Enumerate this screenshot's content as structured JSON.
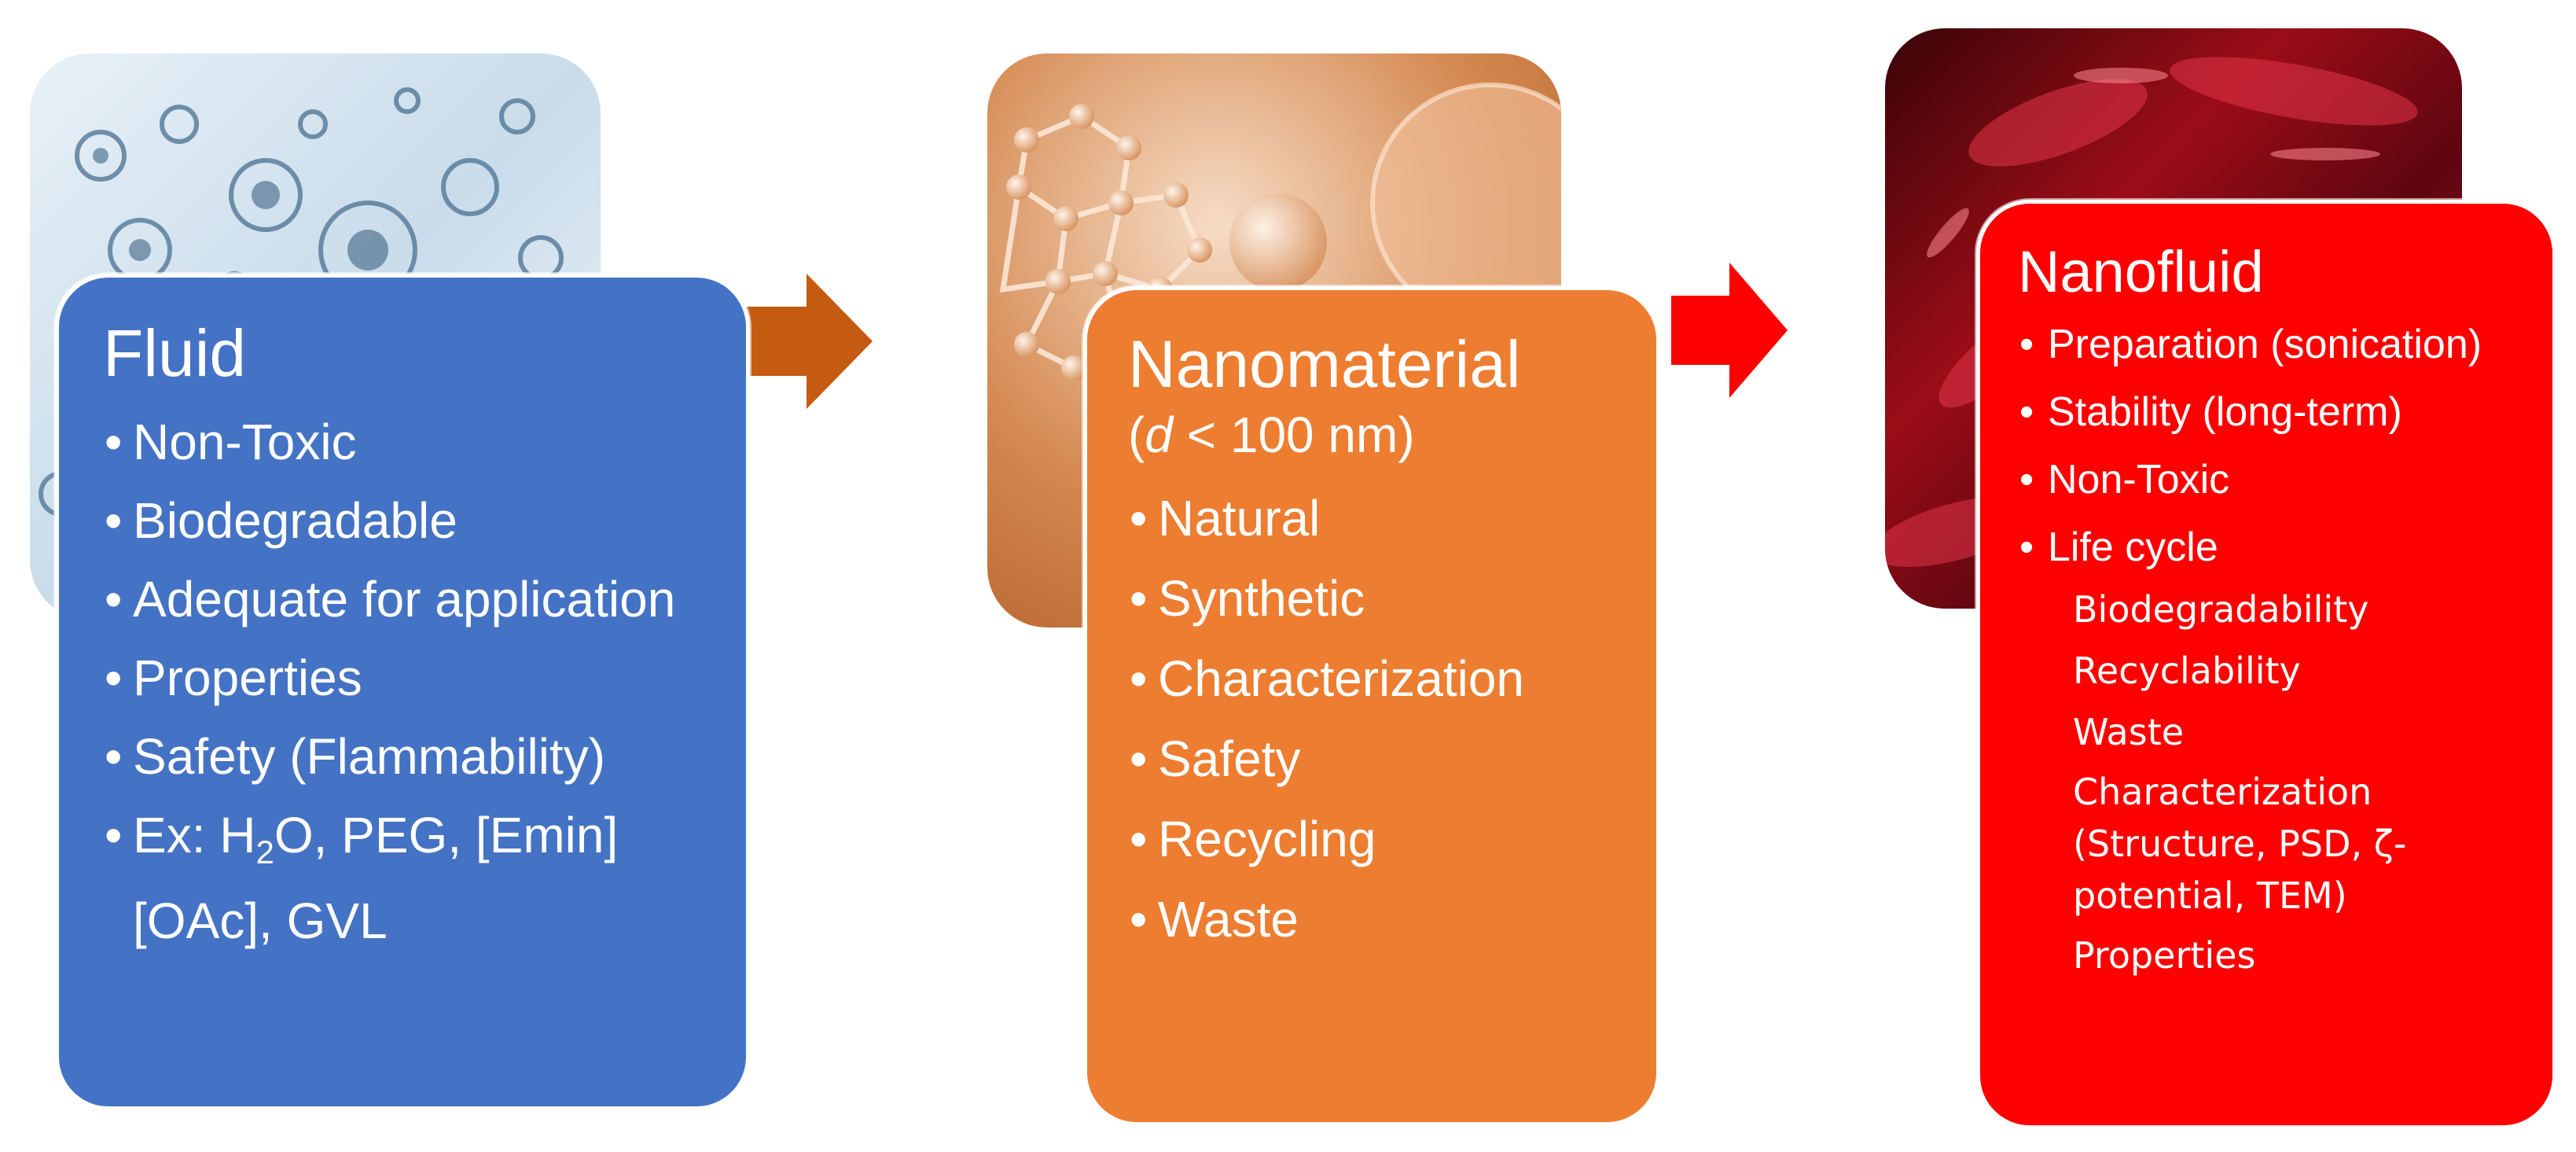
{
  "colors": {
    "fluid": "#4472c4",
    "nanomaterial": "#ed7d31",
    "nanofluid": "#ff0000",
    "arrow_1": "#c55a11",
    "arrow_2": "#ff0000"
  },
  "fluid": {
    "title": "Fluid",
    "items": [
      "Non-Toxic",
      "Biodegradable",
      "Adequate for application",
      "Properties",
      "Safety (Flammability)"
    ],
    "example_prefix": "Ex: H",
    "example_sub": "2",
    "example_suffix": "O, PEG, [Emin][OAc], GVL"
  },
  "nanomaterial": {
    "title": "Nanomaterial",
    "subtitle_open": "(",
    "subtitle_var": "d",
    "subtitle_rest": " < 100 nm)",
    "items": [
      "Natural",
      "Synthetic",
      "Characterization",
      "Safety",
      "Recycling",
      "Waste"
    ]
  },
  "nanofluid": {
    "title": "Nanofluid",
    "items": [
      "Preparation (sonication)",
      "Stability (long-term)",
      "Non-Toxic",
      "Life cycle"
    ],
    "sub_items": [
      "Biodegradability",
      "Recyclability",
      "Waste",
      "Characterization (Structure, PSD, ζ-potential, TEM)",
      "Properties"
    ]
  },
  "icons": {
    "arrow_1": "right-arrow-icon",
    "arrow_2": "right-arrow-icon"
  }
}
